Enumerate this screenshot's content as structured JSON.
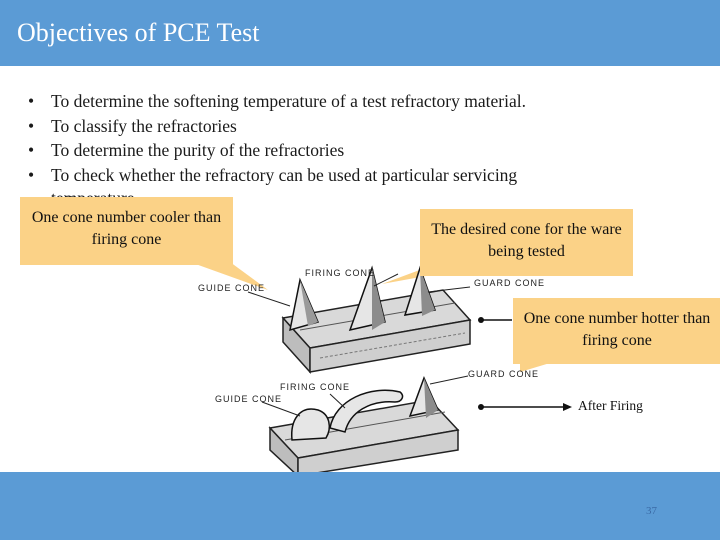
{
  "slide": {
    "title": "Objectives of PCE Test",
    "page_number": "37"
  },
  "objectives": [
    {
      "bullet": "•",
      "text": "To determine the softening temperature of a test refractory material."
    },
    {
      "bullet": "•",
      "text": "To classify the refractories"
    },
    {
      "bullet": "•",
      "text": "To determine the purity of the refractories"
    },
    {
      "bullet": "•",
      "text": "To check whether the refractory can be used at particular servicing"
    }
  ],
  "objectives_overflow": "temperature",
  "callouts": {
    "cooler": "One cone number cooler than firing cone",
    "desired": "The desired cone for the ware being tested",
    "hotter": "One cone number hotter than firing cone"
  },
  "figure": {
    "top_labels": {
      "guide": "GUIDE CONE",
      "firing": "FIRING CONE",
      "guard": "GUARD CONE"
    },
    "bottom_labels": {
      "guide": "GUIDE CONE",
      "firing": "FIRING CONE",
      "guard": "GUARD CONE"
    },
    "after_label": "After Firing"
  },
  "colors": {
    "header_footer": "#5b9bd5",
    "callout_fill": "#fbd287"
  }
}
